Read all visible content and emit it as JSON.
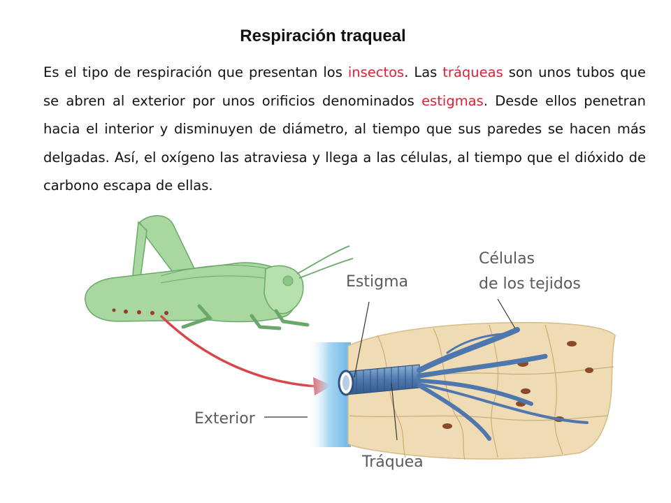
{
  "title": "Respiración traqueal",
  "paragraph": {
    "part1": "Es el tipo de respiración que presentan los ",
    "insectos": "insectos",
    "part2": ". Las ",
    "traqueas": "tráqueas",
    "part3": " son unos tubos que se abren al exterior por unos orificios denominados ",
    "estigmas": "estigmas",
    "part4": ". Desde ellos penetran hacia el interior y disminuyen de diámetro, al tiempo que sus paredes se hacen más delgadas. Así, el oxígeno las atraviesa y llega a las células, al tiempo que el dióxido de carbono escapa de ellas."
  },
  "labels": {
    "estigma": "Estigma",
    "celulas_line1": "Células",
    "celulas_line2": "de los tejidos",
    "exterior": "Exterior",
    "traquea": "Tráquea"
  },
  "colors": {
    "highlight": "#e0203a",
    "grasshopper": "#a8d8a0",
    "grasshopper_outline": "#6aa86a",
    "trachea": "#5b85b8",
    "tissue": "#f0dcb4",
    "exterior": "#8ec9ee",
    "arrow": "#d9454a"
  }
}
